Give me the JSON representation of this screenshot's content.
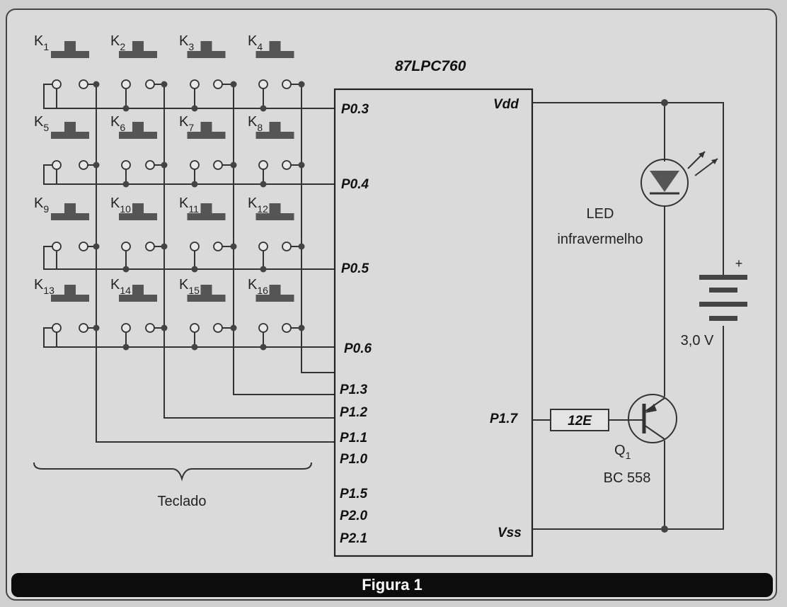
{
  "chip": {
    "name": "87LPC760",
    "pins_left": [
      "P0.3",
      "P0.4",
      "P0.5",
      "P0.6",
      "P1.3",
      "P1.2",
      "P1.1",
      "P1.0",
      "P1.5",
      "P2.0",
      "P2.1"
    ],
    "pins_right": [
      "Vdd",
      "P1.7",
      "Vss"
    ]
  },
  "keypad": {
    "label": "Teclado",
    "keys": [
      {
        "letter": "K",
        "sub": "1"
      },
      {
        "letter": "K",
        "sub": "2"
      },
      {
        "letter": "K",
        "sub": "3"
      },
      {
        "letter": "K",
        "sub": "4"
      },
      {
        "letter": "K",
        "sub": "5"
      },
      {
        "letter": "K",
        "sub": "6"
      },
      {
        "letter": "K",
        "sub": "7"
      },
      {
        "letter": "K",
        "sub": "8"
      },
      {
        "letter": "K",
        "sub": "9"
      },
      {
        "letter": "K",
        "sub": "10"
      },
      {
        "letter": "K",
        "sub": "11"
      },
      {
        "letter": "K",
        "sub": "12"
      },
      {
        "letter": "K",
        "sub": "13"
      },
      {
        "letter": "K",
        "sub": "14"
      },
      {
        "letter": "K",
        "sub": "15"
      },
      {
        "letter": "K",
        "sub": "16"
      }
    ]
  },
  "led": {
    "label_line1": "LED",
    "label_line2": "infravermelho"
  },
  "battery": {
    "plus": "+",
    "voltage": "3,0 V"
  },
  "resistor": {
    "value": "12E"
  },
  "transistor": {
    "ref_letter": "Q",
    "ref_sub": "1",
    "model": "BC 558"
  },
  "caption": "Figura 1"
}
